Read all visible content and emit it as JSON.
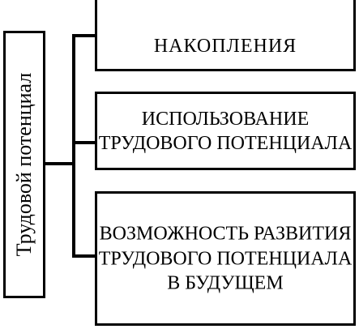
{
  "left_label": "Трудовой потенциал",
  "boxes": [
    {
      "text": "НАКОПЛЕНИЯ"
    },
    {
      "text": "ИСПОЛЬЗОВАНИЕ ТРУДОВОГО ПОТЕНЦИАЛА"
    },
    {
      "text": "ВОЗМОЖНОСТЬ РАЗВИТИЯ ТРУДОВОГО ПОТЕНЦИАЛА В БУДУЩЕМ"
    }
  ],
  "colors": {
    "stroke": "#000000",
    "background": "#ffffff"
  }
}
